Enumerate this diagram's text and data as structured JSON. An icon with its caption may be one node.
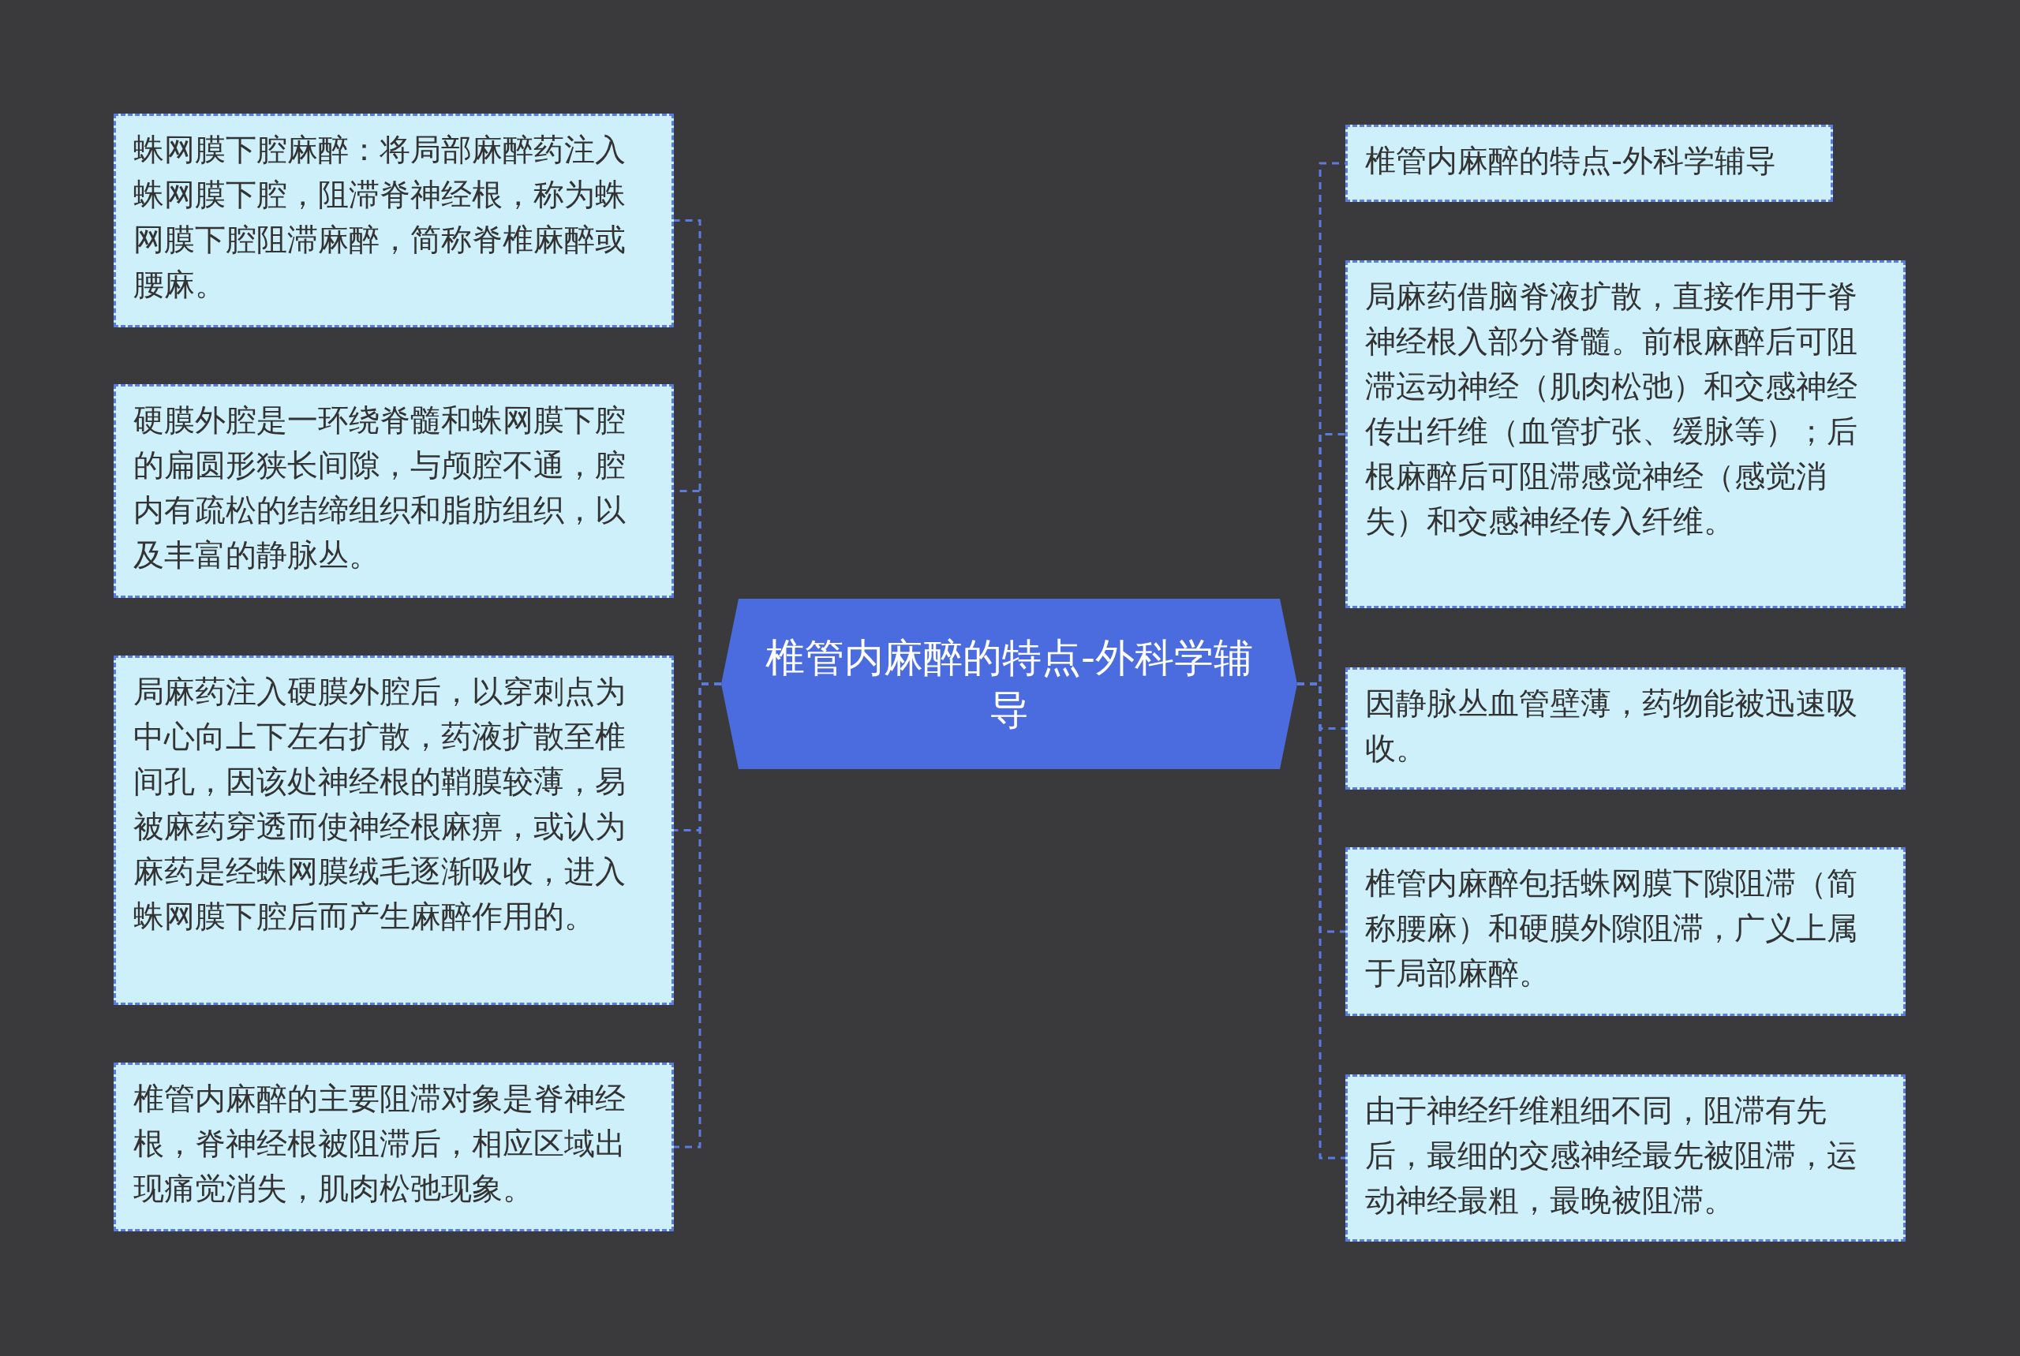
{
  "diagram": {
    "nodes": [
      {
        "text": [
          "椎管内麻醉的特点-外科学辅导"
        ]
      },
      {
        "text": [
          "蛛网膜下腔麻醉：将局部麻醉药注入蛛网膜下腔，阻滞脊神经根，称为蛛网膜下腔阻滞麻醉，简称脊椎麻醉或腰麻。"
        ]
      },
      {
        "text": [
          "硬膜外腔是一环绕脊髓和蛛网膜下腔的扁圆形狭长间隙，与颅腔不通，腔内有疏松的结缔组织和脂肪组织，以及丰富的静脉丛。"
        ]
      },
      {
        "text": [
          "局麻药注入硬膜外腔后，以穿刺点为中心向上下左右扩散，药液扩散至椎间孔，因该处神经根的鞘膜较薄，易被麻药穿透而使神经根麻痹，或认为麻药是经蛛网膜绒毛逐渐吸收，进入蛛网膜下腔后而产生麻醉作用的。"
        ]
      },
      {
        "text": [
          "椎管内麻醉的主要阻滞对象是脊神经根，脊神经根被阻滞后，相应区域出现痛觉消失，肌肉松弛现象。"
        ]
      },
      {
        "text": [
          "椎管内麻醉的特点-外科学辅导"
        ]
      },
      {
        "text": [
          "局麻药借脑脊液扩散，直接作用于脊神经根入部分脊髓。前根麻醉后可阻滞运动神经（肌肉松弛）和交感神经传出纤维（血管扩张、缓脉等）；后根麻醉后可阻滞感觉神经（感觉消失）和交感神经传入纤维。"
        ]
      },
      {
        "text": [
          "因静脉丛血管壁薄，药物能被迅速吸收。"
        ]
      },
      {
        "text": [
          "椎管内麻醉包括蛛网膜下隙阻滞（简称腰麻）和硬膜外隙阻滞，广义上属于局部麻醉。"
        ]
      },
      {
        "text": [
          "由于神经纤维粗细不同，阻滞有先后，最细的交感神经最先被阻滞，运动神经最粗，最晚被阻滞。"
        ]
      }
    ],
    "edges": [
      {
        "from": 0,
        "to": 1,
        "arrow": "none"
      },
      {
        "from": 0,
        "to": 2,
        "arrow": "none"
      },
      {
        "from": 0,
        "to": 3,
        "arrow": "none"
      },
      {
        "from": 0,
        "to": 4,
        "arrow": "none"
      },
      {
        "from": 0,
        "to": 5,
        "arrow": "none"
      },
      {
        "from": 0,
        "to": 6,
        "arrow": "none"
      },
      {
        "from": 0,
        "to": 7,
        "arrow": "none"
      },
      {
        "from": 0,
        "to": 8,
        "arrow": "none"
      },
      {
        "from": 0,
        "to": 9,
        "arrow": "none"
      }
    ]
  }
}
